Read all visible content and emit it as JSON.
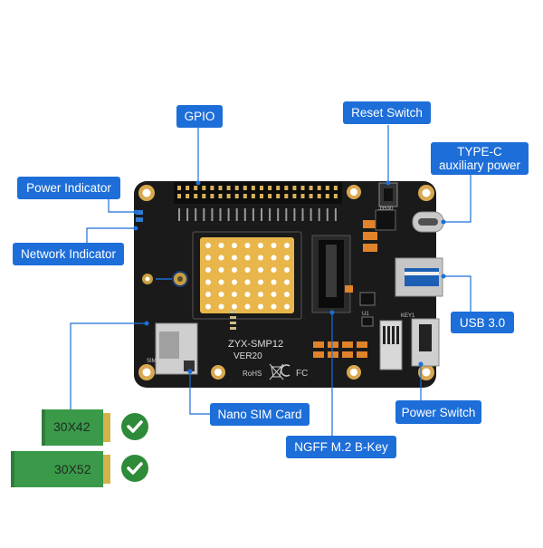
{
  "labels": {
    "gpio": "GPIO",
    "reset_switch": "Reset Switch",
    "typec_line1": "TYPE-C",
    "typec_line2": "auxiliary power",
    "power_indicator": "Power Indicator",
    "network_indicator": "Network Indicator",
    "usb30": "USB 3.0",
    "nano_sim": "Nano SIM Card",
    "power_switch": "Power Switch",
    "ngff": "NGFF M.2 B-Key"
  },
  "m2_sizes": [
    "30X42",
    "30X52"
  ],
  "board_text": {
    "model": "ZYX-SMP12",
    "version": "VER20",
    "sim": "SIM",
    "rohs": "RoHS",
    "fc": "FC",
    "u1": "U1",
    "key1": "KEY1",
    "j3530": "J3530"
  },
  "colors": {
    "callout": "#1d6ed8",
    "board": "#1a1a1a",
    "gold": "#e8b64a",
    "m2_green": "#3a9a4a",
    "check_green": "#2e8b3a",
    "leader": "#1d6ed8"
  }
}
